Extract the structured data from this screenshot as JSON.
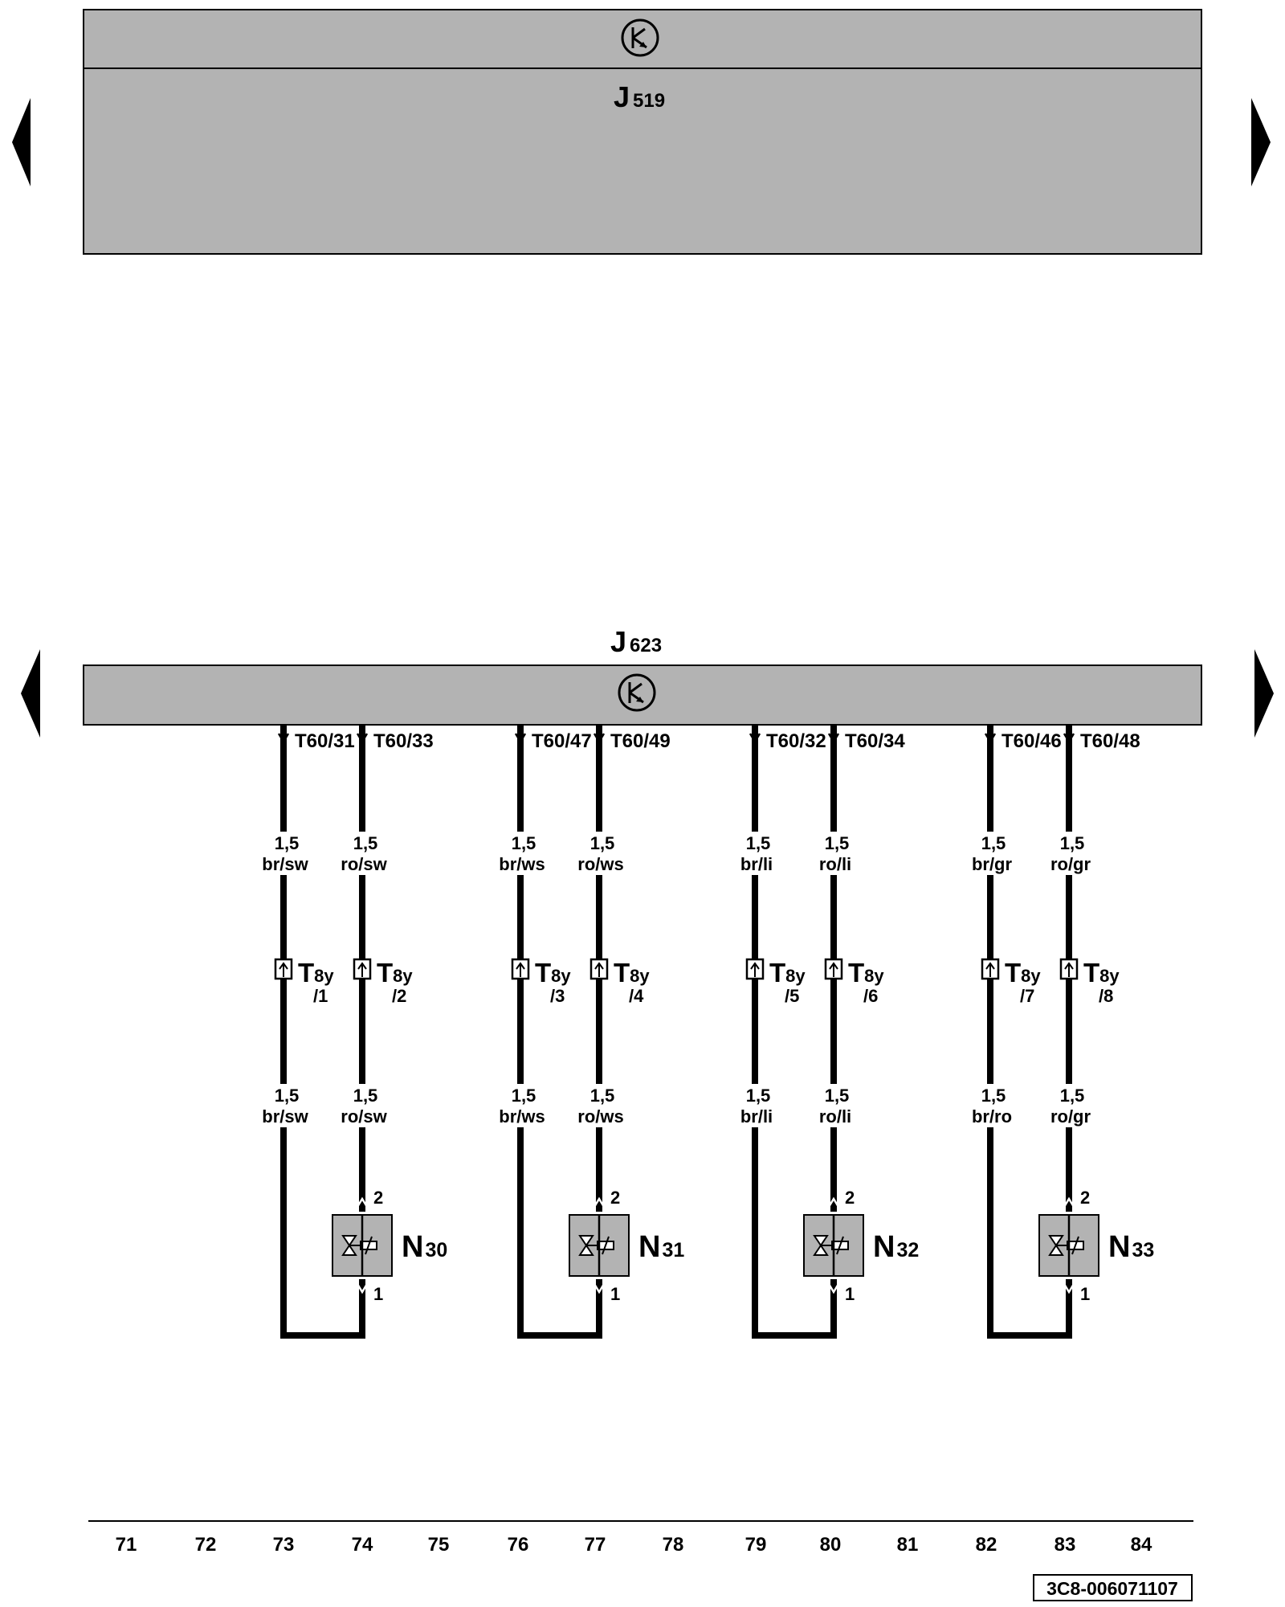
{
  "modules": [
    {
      "letter": "J",
      "number": "519"
    },
    {
      "letter": "J",
      "number": "623"
    }
  ],
  "ground_symbol_icon": "ground-symbol-icon",
  "nav": {
    "prev_icon": "triangle-left-icon",
    "next_icon": "triangle-right-icon"
  },
  "circuits": [
    {
      "pins": [
        "T60/31",
        "T60/33"
      ],
      "wires_upper": [
        {
          "size": "1,5",
          "color": "br/sw"
        },
        {
          "size": "1,5",
          "color": "ro/sw"
        }
      ],
      "connectors": [
        {
          "letter": "T",
          "sub": "8y",
          "pin": "/1"
        },
        {
          "letter": "T",
          "sub": "8y",
          "pin": "/2"
        }
      ],
      "wires_lower": [
        {
          "size": "1,5",
          "color": "br/sw"
        },
        {
          "size": "1,5",
          "color": "ro/sw"
        }
      ],
      "component": {
        "letter": "N",
        "number": "30"
      },
      "terminals": [
        "2",
        "1"
      ]
    },
    {
      "pins": [
        "T60/47",
        "T60/49"
      ],
      "wires_upper": [
        {
          "size": "1,5",
          "color": "br/ws"
        },
        {
          "size": "1,5",
          "color": "ro/ws"
        }
      ],
      "connectors": [
        {
          "letter": "T",
          "sub": "8y",
          "pin": "/3"
        },
        {
          "letter": "T",
          "sub": "8y",
          "pin": "/4"
        }
      ],
      "wires_lower": [
        {
          "size": "1,5",
          "color": "br/ws"
        },
        {
          "size": "1,5",
          "color": "ro/ws"
        }
      ],
      "component": {
        "letter": "N",
        "number": "31"
      },
      "terminals": [
        "2",
        "1"
      ]
    },
    {
      "pins": [
        "T60/32",
        "T60/34"
      ],
      "wires_upper": [
        {
          "size": "1,5",
          "color": "br/li"
        },
        {
          "size": "1,5",
          "color": "ro/li"
        }
      ],
      "connectors": [
        {
          "letter": "T",
          "sub": "8y",
          "pin": "/5"
        },
        {
          "letter": "T",
          "sub": "8y",
          "pin": "/6"
        }
      ],
      "wires_lower": [
        {
          "size": "1,5",
          "color": "br/li"
        },
        {
          "size": "1,5",
          "color": "ro/li"
        }
      ],
      "component": {
        "letter": "N",
        "number": "32"
      },
      "terminals": [
        "2",
        "1"
      ]
    },
    {
      "pins": [
        "T60/46",
        "T60/48"
      ],
      "wires_upper": [
        {
          "size": "1,5",
          "color": "br/gr"
        },
        {
          "size": "1,5",
          "color": "ro/gr"
        }
      ],
      "connectors": [
        {
          "letter": "T",
          "sub": "8y",
          "pin": "/7"
        },
        {
          "letter": "T",
          "sub": "8y",
          "pin": "/8"
        }
      ],
      "wires_lower": [
        {
          "size": "1,5",
          "color": "br/ro"
        },
        {
          "size": "1,5",
          "color": "ro/gr"
        }
      ],
      "component": {
        "letter": "N",
        "number": "33"
      },
      "terminals": [
        "2",
        "1"
      ]
    }
  ],
  "columns": [
    "71",
    "72",
    "73",
    "74",
    "75",
    "76",
    "77",
    "78",
    "79",
    "80",
    "81",
    "82",
    "83",
    "84"
  ],
  "reference": "3C8-006071107",
  "colors": {
    "module_fill": "#b3b3b3",
    "component_fill": "#b3b3b3",
    "wire": "#000000",
    "background": "#ffffff"
  }
}
